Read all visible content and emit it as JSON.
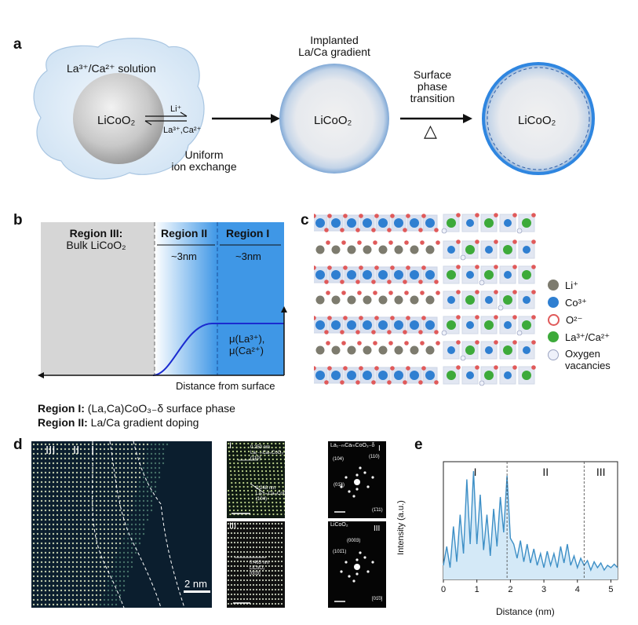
{
  "panel_a": {
    "label": "a",
    "solution": "La³⁺/Ca²⁺ solution",
    "core1": "LiCoO₂",
    "li_plus": "Li⁺",
    "la_ca": "La³⁺,Ca²⁺",
    "exchange": [
      "Uniform",
      "ion exchange"
    ],
    "implanted": [
      "Implanted",
      "La/Ca gradient"
    ],
    "core2": "LiCoO₂",
    "transition": [
      "Surface",
      "phase",
      "transition"
    ],
    "heat": "△",
    "core3": "LiCoO₂"
  },
  "panel_b": {
    "label": "b",
    "region3": "Region III:",
    "bulk": "Bulk LiCoO₂",
    "region2": "Region II",
    "region1": "Region I",
    "width2": "~3nm",
    "width1": "~3nm",
    "mu1": "μ(La³⁺),",
    "mu2": "μ(Ca²⁺)",
    "xlabel": "Distance from surface"
  },
  "caption": {
    "r1_bold": "Region I:",
    "r1_text": " (La,Ca)CoO₃₋δ surface phase",
    "r2_bold": "Region II:",
    "r2_text": " La/Ca gradient doping"
  },
  "panel_c": {
    "label": "c",
    "legend": [
      {
        "label": "Li⁺",
        "color": "#7d7b6e"
      },
      {
        "label": "Co³⁺",
        "color": "#2f7fd1"
      },
      {
        "label": "O²⁻",
        "color": "#e05a5a"
      },
      {
        "label": "La³⁺/Ca²⁺",
        "color": "#3daa3a"
      },
      {
        "label": "Oxygen vacancies",
        "color": "#eef1fa"
      }
    ]
  },
  "panel_d": {
    "label": "d",
    "regions": [
      "III",
      "II",
      "I"
    ],
    "scale": "2 nm",
    "inset1_tag": "I",
    "inset1_d1": "0.250 nm",
    "inset1_p1": "La₁₋ₘCaₘCoO₃₋δ",
    "inset1_h1": "(110)",
    "inset1_d2": "0.248 nm",
    "inset1_p2": "La₁₋ₘCaₘCoO₃₋δ",
    "inset1_h2": "(104)",
    "inset2_tag": "III",
    "inset2_d": "0.463 nm",
    "inset2_p": "LiCoO₂",
    "inset2_h": "(003)",
    "fft1_title": "La₁₋ₘCaₘCoO₃₋δ",
    "fft1_tag": "I",
    "fft1_spots": [
      "(104)",
      "(110)",
      "(01̄4)",
      "(1̄11)"
    ],
    "fft2_title": "LiCoO₂",
    "fft2_tag": "III",
    "fft2_spots": [
      "(0003)",
      "(101̄1)",
      "[01̄0]"
    ]
  },
  "panel_e": {
    "label": "e",
    "regions": [
      "I",
      "II",
      "III"
    ],
    "xticks": [
      "0",
      "1",
      "2",
      "3",
      "4",
      "5"
    ],
    "xlabel": "Distance (nm)",
    "ylabel": "Intensity (a.u.)"
  },
  "chart_data": {
    "type": "area",
    "xlabel": "Distance (nm)",
    "ylabel": "Intensity (a.u.)",
    "xlim": [
      0,
      5.2
    ],
    "x": [
      0,
      0.1,
      0.2,
      0.3,
      0.4,
      0.5,
      0.6,
      0.7,
      0.8,
      0.9,
      1.0,
      1.1,
      1.2,
      1.3,
      1.4,
      1.5,
      1.6,
      1.7,
      1.8,
      1.9,
      2.0,
      2.1,
      2.2,
      2.3,
      2.4,
      2.5,
      2.6,
      2.7,
      2.8,
      2.9,
      3.0,
      3.1,
      3.2,
      3.3,
      3.4,
      3.5,
      3.6,
      3.7,
      3.8,
      3.9,
      4.0,
      4.1,
      4.2,
      4.3,
      4.4,
      4.5,
      4.6,
      4.7,
      4.8,
      4.9,
      5.0,
      5.1,
      5.2
    ],
    "y": [
      0.12,
      0.28,
      0.1,
      0.45,
      0.15,
      0.55,
      0.22,
      0.85,
      0.3,
      0.92,
      0.3,
      0.72,
      0.25,
      0.55,
      0.2,
      0.6,
      0.28,
      0.7,
      0.4,
      0.88,
      0.35,
      0.3,
      0.18,
      0.33,
      0.15,
      0.3,
      0.14,
      0.26,
      0.12,
      0.22,
      0.1,
      0.24,
      0.12,
      0.22,
      0.1,
      0.28,
      0.14,
      0.3,
      0.12,
      0.2,
      0.1,
      0.18,
      0.12,
      0.16,
      0.08,
      0.15,
      0.1,
      0.14,
      0.08,
      0.12,
      0.1,
      0.13,
      0.1
    ],
    "region_boundaries": [
      1.9,
      4.2
    ],
    "regions": [
      "I",
      "II",
      "III"
    ]
  }
}
